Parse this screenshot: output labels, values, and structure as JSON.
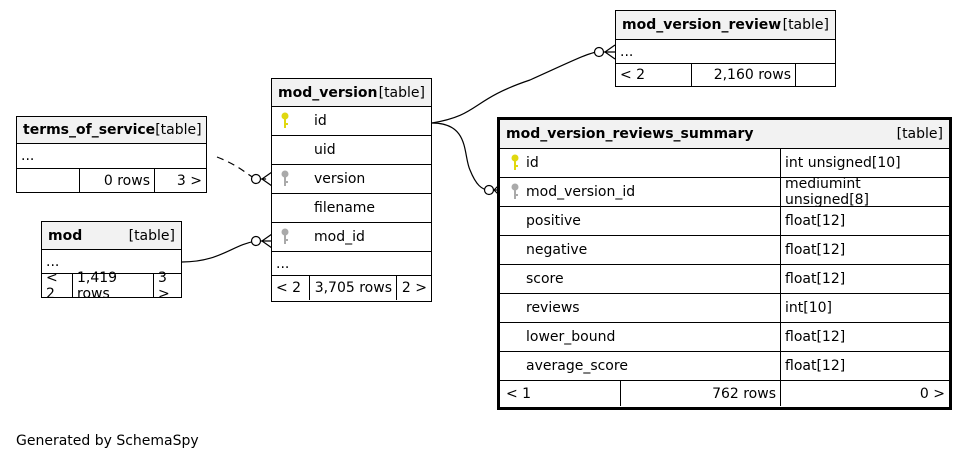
{
  "colors": {
    "primary_key": "#e0d810",
    "foreign_key": "#aaaaaa",
    "header_bg": "#f2f2f2"
  },
  "tables": {
    "terms_of_service": {
      "name": "terms_of_service",
      "type": "[table]",
      "ellipsis": "...",
      "footer": {
        "left": "",
        "rows": "0 rows",
        "right": "3 >"
      }
    },
    "mod": {
      "name": "mod",
      "type": "[table]",
      "ellipsis": "...",
      "footer": {
        "left": "< 2",
        "rows": "1,419 rows",
        "right": "3 >"
      }
    },
    "mod_version": {
      "name": "mod_version",
      "type": "[table]",
      "columns": [
        {
          "name": "id",
          "key": "primary-key-icon"
        },
        {
          "name": "uid",
          "key": ""
        },
        {
          "name": "version",
          "key": "foreign-key-icon"
        },
        {
          "name": "filename",
          "key": ""
        },
        {
          "name": "mod_id",
          "key": "foreign-key-icon"
        }
      ],
      "ellipsis": "...",
      "footer": {
        "left": "< 2",
        "rows": "3,705 rows",
        "right": "2 >"
      }
    },
    "mod_version_review": {
      "name": "mod_version_review",
      "type": "[table]",
      "ellipsis": "...",
      "footer": {
        "left": "< 2",
        "rows": "2,160 rows",
        "right": ""
      }
    },
    "summary": {
      "name": "mod_version_reviews_summary",
      "type": "[table]",
      "columns": [
        {
          "name": "id",
          "dtype": "int unsigned[10]",
          "key": "primary-key-icon"
        },
        {
          "name": "mod_version_id",
          "dtype": "mediumint unsigned[8]",
          "key": "foreign-key-icon"
        },
        {
          "name": "positive",
          "dtype": "float[12]",
          "key": ""
        },
        {
          "name": "negative",
          "dtype": "float[12]",
          "key": ""
        },
        {
          "name": "score",
          "dtype": "float[12]",
          "key": ""
        },
        {
          "name": "reviews",
          "dtype": "int[10]",
          "key": ""
        },
        {
          "name": "lower_bound",
          "dtype": "float[12]",
          "key": ""
        },
        {
          "name": "average_score",
          "dtype": "float[12]",
          "key": ""
        }
      ],
      "footer": {
        "left": "< 1",
        "rows": "762 rows",
        "right": "0 >"
      }
    }
  },
  "generated_by": "Generated by SchemaSpy"
}
